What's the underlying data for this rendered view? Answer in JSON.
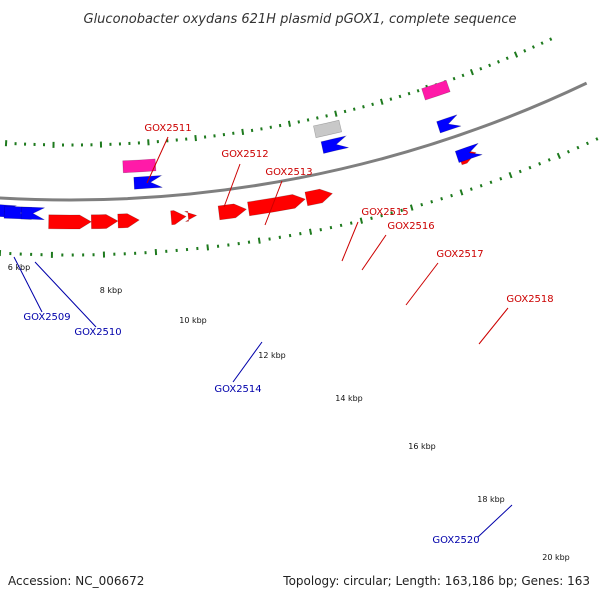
{
  "title": "Gluconobacter oxydans 621H plasmid pGOX1, complete sequence",
  "footer": {
    "accession": "Accession: NC_006672",
    "summary": "Topology: circular; Length: 163,186 bp; Genes: 163"
  },
  "colors": {
    "backbone": "#7f7f7f",
    "tick": "#1e7a1e",
    "forward_gene": "#ff0000",
    "reverse_gene": "#0000ff",
    "rna_gene": "#ff1aa8",
    "other_gene": "#c8c8c8",
    "forward_label": "#cc0000",
    "reverse_label": "#0000aa"
  },
  "ticks": [
    {
      "label": "6 kbp"
    },
    {
      "label": "8 kbp"
    },
    {
      "label": "10 kbp"
    },
    {
      "label": "12 kbp"
    },
    {
      "label": "14 kbp"
    },
    {
      "label": "16 kbp"
    },
    {
      "label": "18 kbp"
    },
    {
      "label": "20 kbp"
    }
  ],
  "gene_labels": [
    {
      "name": "GOX2511",
      "strand": "forward"
    },
    {
      "name": "GOX2512",
      "strand": "forward"
    },
    {
      "name": "GOX2513",
      "strand": "forward"
    },
    {
      "name": "GOX2515",
      "strand": "forward"
    },
    {
      "name": "GOX2516",
      "strand": "forward"
    },
    {
      "name": "GOX2517",
      "strand": "forward"
    },
    {
      "name": "GOX2518",
      "strand": "forward"
    },
    {
      "name": "GOX2509",
      "strand": "reverse"
    },
    {
      "name": "GOX2510",
      "strand": "reverse"
    },
    {
      "name": "GOX2514",
      "strand": "reverse"
    },
    {
      "name": "GOX2520",
      "strand": "reverse"
    }
  ]
}
